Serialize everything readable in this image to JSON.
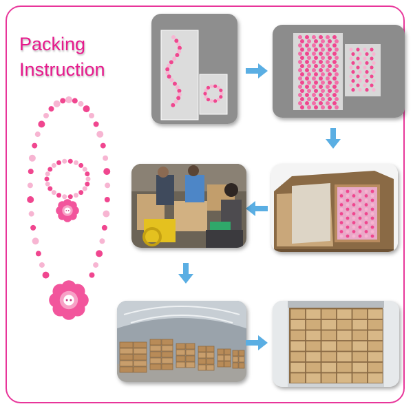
{
  "title": {
    "line1": "Packing",
    "line2": "Instruction"
  },
  "colors": {
    "accent": "#e6198c",
    "frame": "#e8359a",
    "arrow": "#5aaee3",
    "bead_pink": "#f0468f",
    "bead_light": "#f7b5d2"
  },
  "steps": [
    {
      "name": "step-1-bagged-necklace-bracelet"
    },
    {
      "name": "step-2-bulk-bagged-items"
    },
    {
      "name": "step-3-carton-inner-boxes"
    },
    {
      "name": "step-4-workers-sealing-cartons"
    },
    {
      "name": "step-5-warehouse-pallets"
    },
    {
      "name": "step-6-container-loading"
    }
  ]
}
